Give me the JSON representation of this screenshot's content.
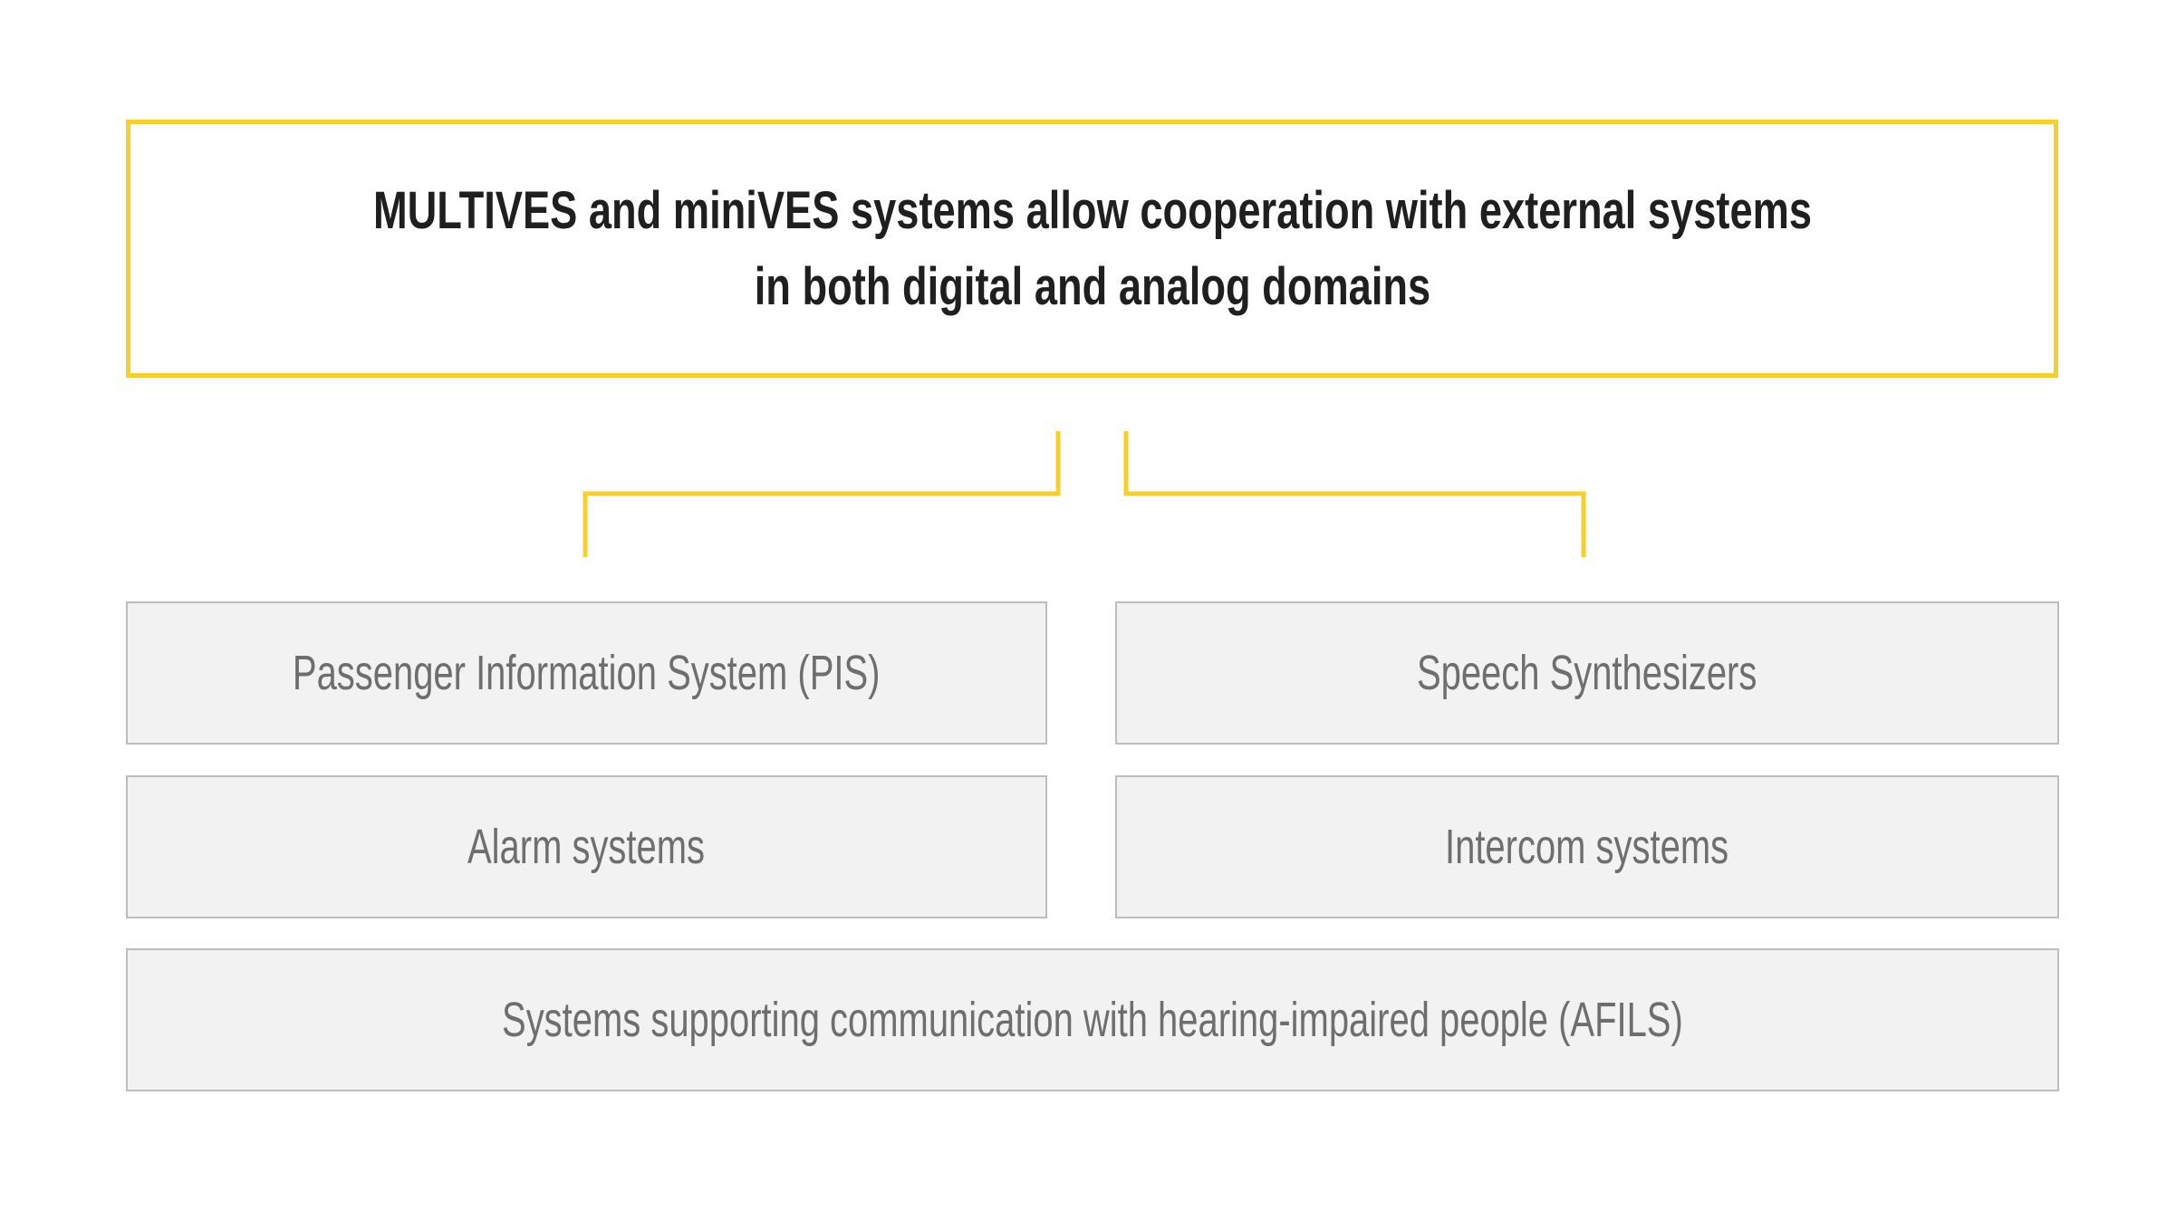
{
  "header": {
    "line1": "MULTIVES and miniVES systems allow cooperation with external systems",
    "line2": "in both digital and analog domains"
  },
  "items": [
    {
      "label": "Passenger Information System (PIS)"
    },
    {
      "label": "Speech Synthesizers"
    },
    {
      "label": "Alarm systems"
    },
    {
      "label": "Intercom systems"
    },
    {
      "label": "Systems supporting communication with hearing-impaired people (AFILS)"
    }
  ],
  "colors": {
    "accent": "#f7ce2a",
    "box_fill": "#f2f2f2",
    "box_border": "#bdbdbd",
    "header_text": "#1f1f1f",
    "item_text": "#6e6e6e"
  }
}
